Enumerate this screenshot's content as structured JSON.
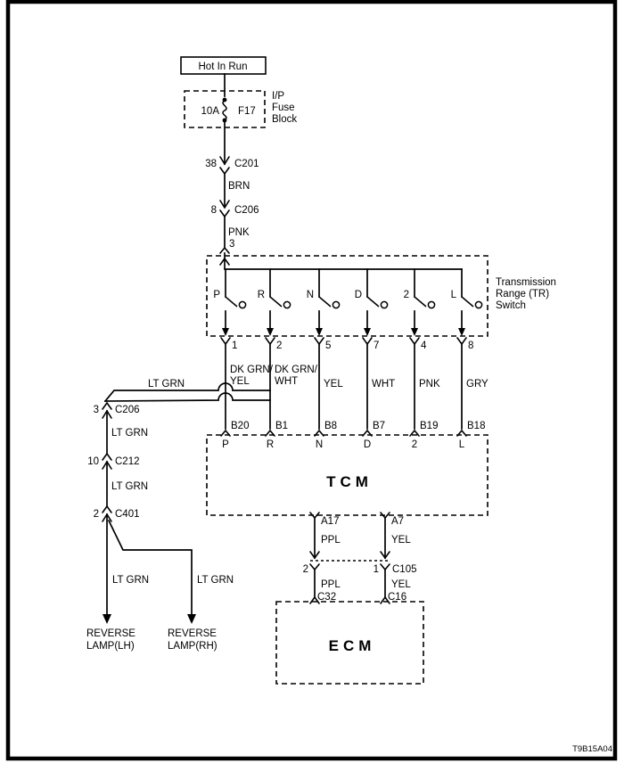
{
  "doc": {
    "id": "T9B15A04",
    "line_color": "#000000",
    "background": "#ffffff"
  },
  "power": {
    "source_label": "Hot In Run"
  },
  "fuse_block": {
    "amp": "10A",
    "fuse_id": "F17",
    "label": [
      "I/P",
      "Fuse",
      "Block"
    ]
  },
  "feed": {
    "c201_pin": "38",
    "c201_name": "C201",
    "wire_brn": "BRN",
    "c206_pin": "8",
    "c206_name": "C206",
    "wire_pnk": "PNK",
    "tr_entry_pin": "3"
  },
  "tr_switch": {
    "label": [
      "Transmission",
      "Range (TR)",
      "Switch"
    ],
    "positions": [
      "P",
      "R",
      "N",
      "D",
      "2",
      "L"
    ],
    "pins": [
      "1",
      "2",
      "5",
      "7",
      "4",
      "8"
    ],
    "wire_labels": [
      [
        "DK GRN/",
        "YEL"
      ],
      [
        "DK GRN/",
        "WHT"
      ],
      "YEL",
      "WHT",
      "PNK",
      "GRY"
    ]
  },
  "reverse_branch": {
    "wire_top": "LT GRN",
    "c206_pin": "3",
    "c206_name": "C206",
    "wire1": "LT GRN",
    "c212_pin": "10",
    "c212_name": "C212",
    "wire2": "LT GRN",
    "c401_pin": "2",
    "c401_name": "C401",
    "wire_lh": "LT GRN",
    "wire_rh": "LT GRN",
    "lamp_lh": [
      "REVERSE",
      "LAMP(LH)"
    ],
    "lamp_rh": [
      "REVERSE",
      "LAMP(RH)"
    ]
  },
  "tcm": {
    "name": "TCM",
    "pins_top": [
      "B20",
      "B1",
      "B8",
      "B7",
      "B19",
      "B18"
    ],
    "pin_labels": [
      "P",
      "R",
      "N",
      "D",
      "2",
      "L"
    ],
    "pin_a17": "A17",
    "pin_a7": "A7",
    "wire_ppl": "PPL",
    "wire_yel": "YEL"
  },
  "c105": {
    "name": "C105",
    "pin_left": "2",
    "pin_right": "1",
    "wire_ppl": "PPL",
    "wire_yel": "YEL",
    "ecm_pin_left": "C32",
    "ecm_pin_right": "C16"
  },
  "ecm": {
    "name": "ECM"
  }
}
